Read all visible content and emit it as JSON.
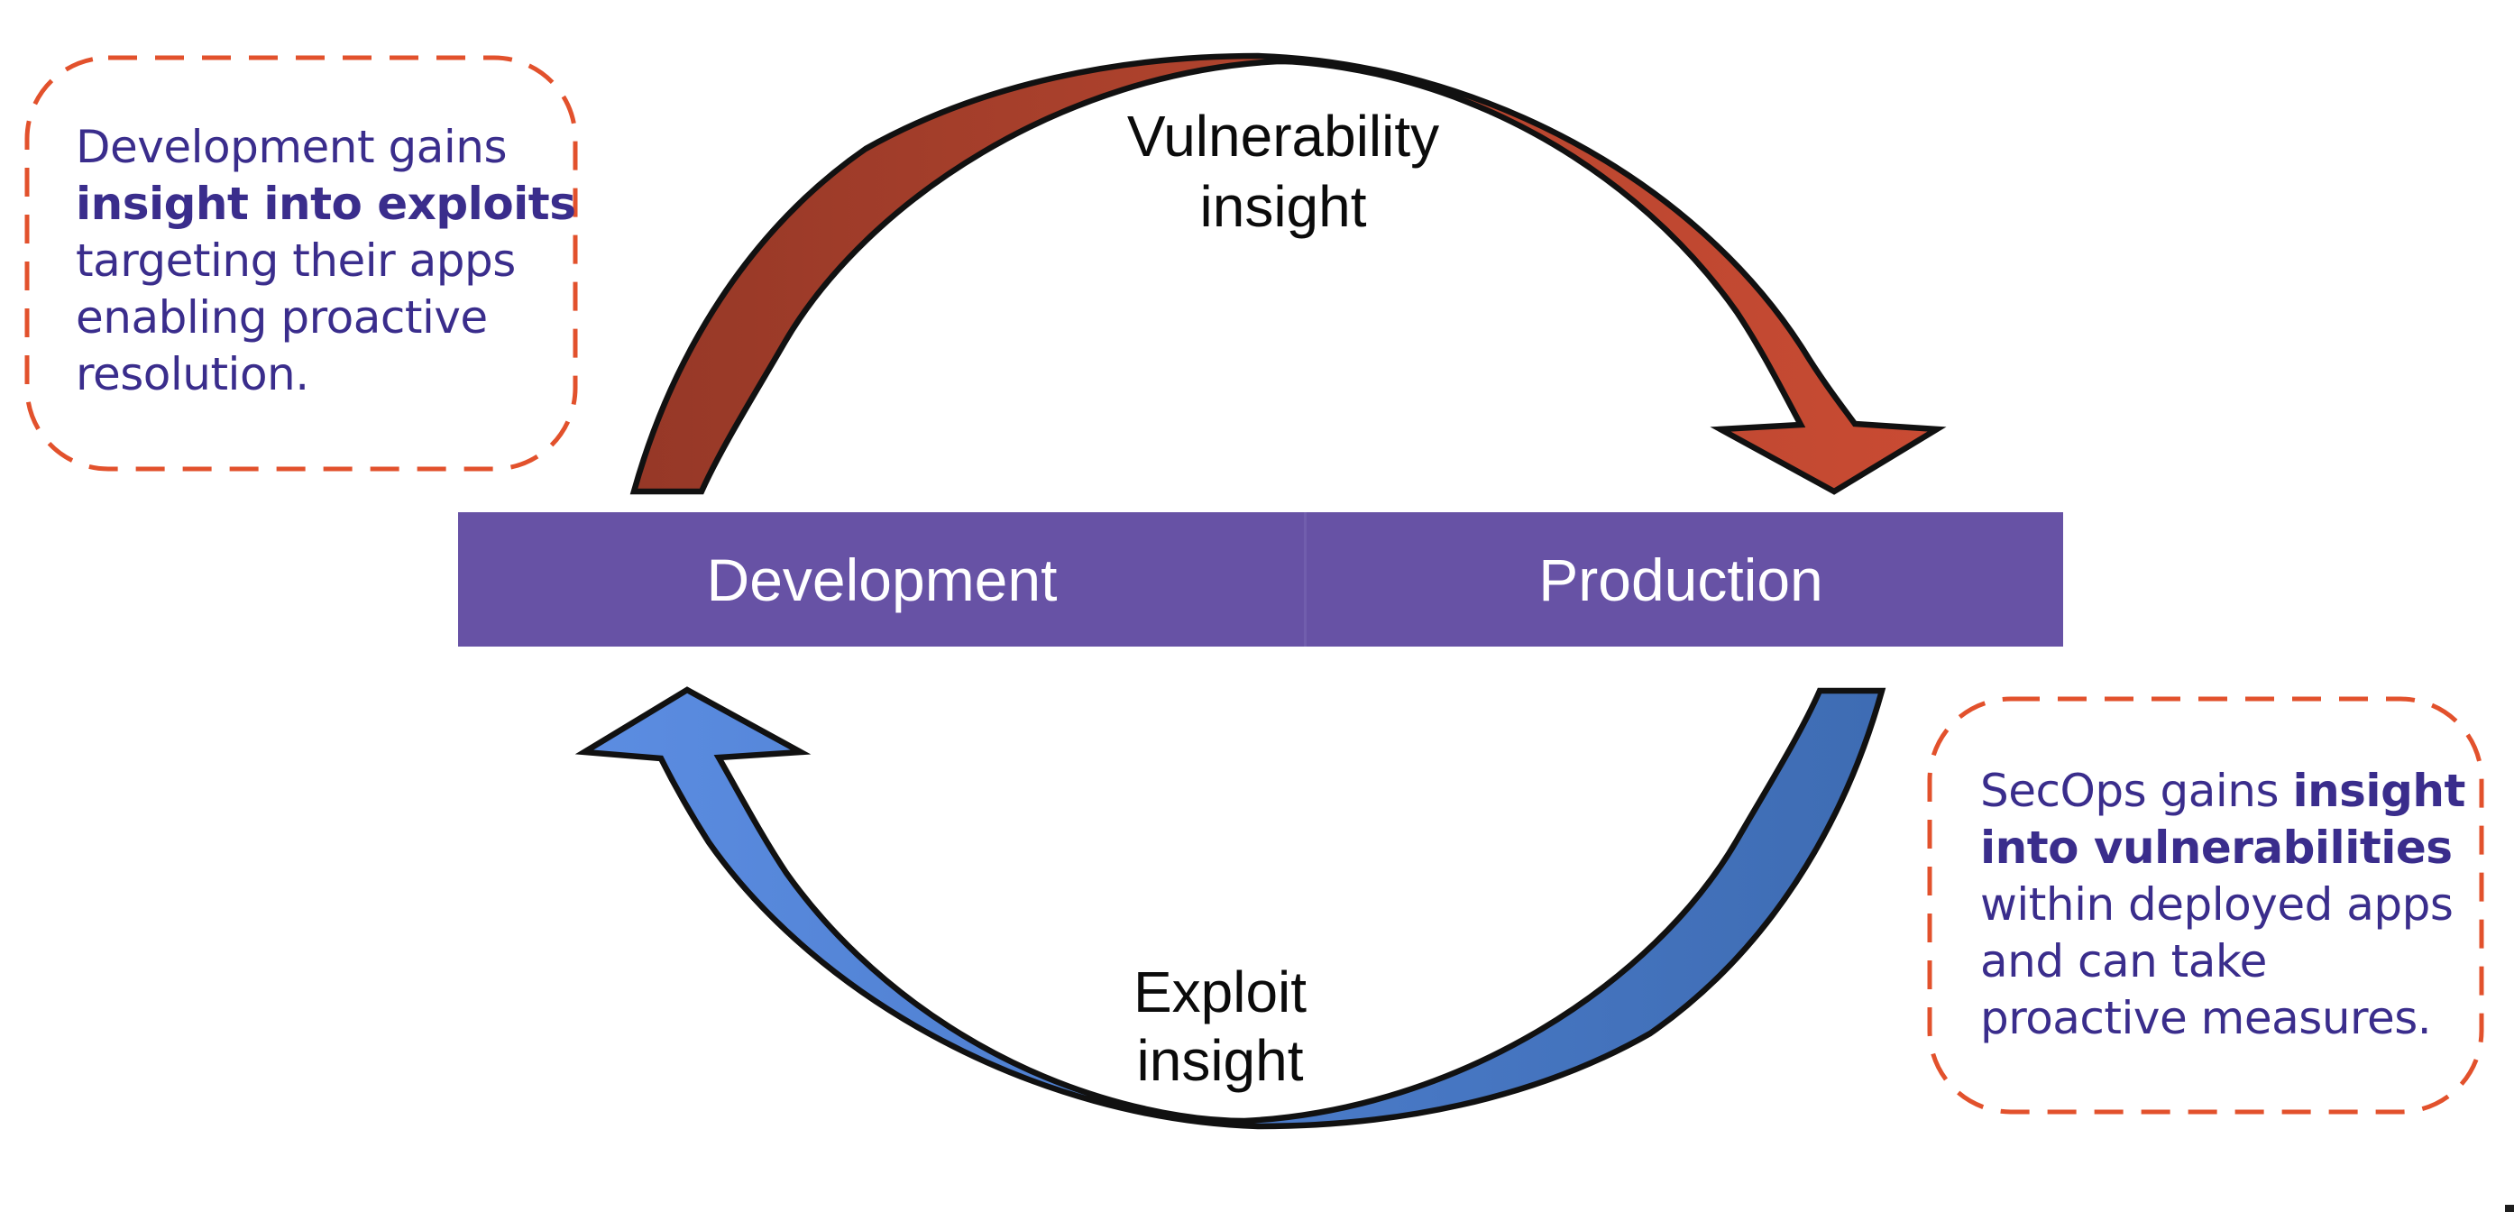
{
  "colors": {
    "bg": "#ffffff",
    "bar": "#6752a5",
    "bar_seam": "#7c69b6",
    "bar_text": "#ffffff",
    "ink": "#3a2d8c",
    "dash": "#e2512c",
    "label": "#0b0b0b",
    "outline": "#111111",
    "red_dark": "#963827",
    "red_mid": "#b2442e",
    "red_bright": "#c94b33",
    "blue_light": "#5c8de2",
    "blue_mid": "#4c7dcc",
    "blue_dark": "#3e6cb3"
  },
  "bar": {
    "left_label": "Development",
    "right_label": "Production"
  },
  "arcs": {
    "top": {
      "label_line1": "Vulnerability",
      "label_line2": "insight"
    },
    "bottom": {
      "label_line1": "Exploit",
      "label_line2": "insight"
    }
  },
  "callouts": {
    "left": {
      "lines": [
        {
          "pre": "Development gains"
        },
        {
          "bold": "insight into exploits"
        },
        {
          "pre": "targeting their apps"
        },
        {
          "pre": "enabling proactive"
        },
        {
          "pre": "resolution."
        }
      ]
    },
    "right": {
      "lines": [
        {
          "pre": "SecOps gains ",
          "bold": "insight"
        },
        {
          "bold": "into vulnerabilities"
        },
        {
          "pre": "within deployed apps"
        },
        {
          "pre": "and can take"
        },
        {
          "pre": "proactive measures."
        }
      ]
    }
  }
}
